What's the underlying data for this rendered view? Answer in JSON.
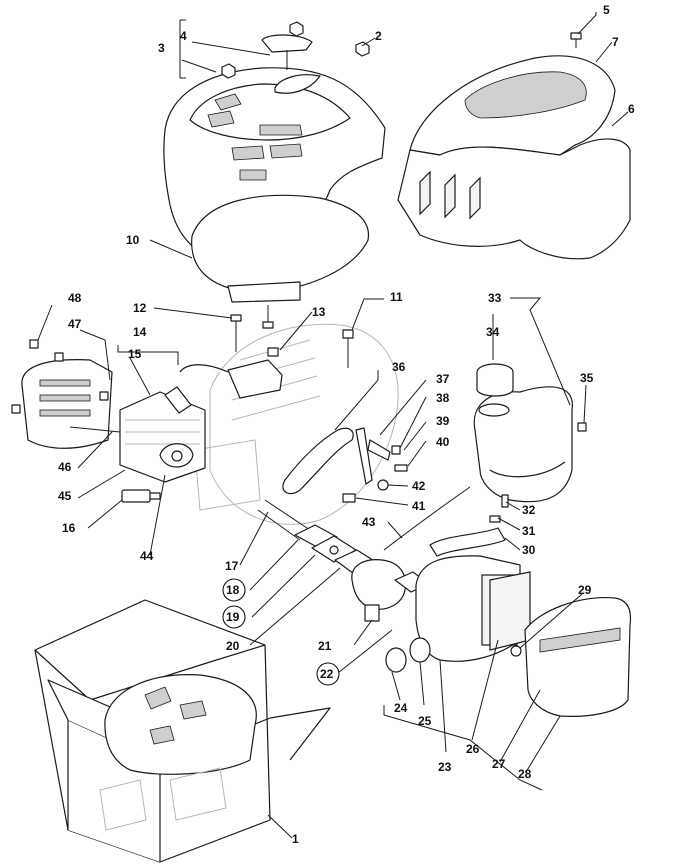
{
  "callouts": [
    {
      "id": "c1",
      "text": "1"
    },
    {
      "id": "c2",
      "text": "2"
    },
    {
      "id": "c3",
      "text": "3"
    },
    {
      "id": "c4",
      "text": "4"
    },
    {
      "id": "c5",
      "text": "5"
    },
    {
      "id": "c6",
      "text": "6"
    },
    {
      "id": "c7",
      "text": "7"
    },
    {
      "id": "c10",
      "text": "10"
    },
    {
      "id": "c11",
      "text": "11"
    },
    {
      "id": "c12",
      "text": "12"
    },
    {
      "id": "c13",
      "text": "13"
    },
    {
      "id": "c14",
      "text": "14"
    },
    {
      "id": "c15",
      "text": "15"
    },
    {
      "id": "c16",
      "text": "16"
    },
    {
      "id": "c17",
      "text": "17"
    },
    {
      "id": "c18",
      "text": "18",
      "circled": true
    },
    {
      "id": "c19",
      "text": "19",
      "circled": true
    },
    {
      "id": "c20",
      "text": "20"
    },
    {
      "id": "c21",
      "text": "21"
    },
    {
      "id": "c22",
      "text": "22",
      "circled": true
    },
    {
      "id": "c23",
      "text": "23"
    },
    {
      "id": "c24",
      "text": "24"
    },
    {
      "id": "c25",
      "text": "25"
    },
    {
      "id": "c26",
      "text": "26"
    },
    {
      "id": "c27",
      "text": "27"
    },
    {
      "id": "c28",
      "text": "28"
    },
    {
      "id": "c29",
      "text": "29"
    },
    {
      "id": "c30",
      "text": "30"
    },
    {
      "id": "c31",
      "text": "31"
    },
    {
      "id": "c32",
      "text": "32"
    },
    {
      "id": "c33",
      "text": "33"
    },
    {
      "id": "c34",
      "text": "34"
    },
    {
      "id": "c35",
      "text": "35"
    },
    {
      "id": "c36",
      "text": "36"
    },
    {
      "id": "c37",
      "text": "37"
    },
    {
      "id": "c38",
      "text": "38"
    },
    {
      "id": "c39",
      "text": "39"
    },
    {
      "id": "c40",
      "text": "40"
    },
    {
      "id": "c41",
      "text": "41"
    },
    {
      "id": "c42",
      "text": "42"
    },
    {
      "id": "c43",
      "text": "43"
    },
    {
      "id": "c44",
      "text": "44"
    },
    {
      "id": "c45",
      "text": "45"
    },
    {
      "id": "c46",
      "text": "46"
    },
    {
      "id": "c47",
      "text": "47"
    },
    {
      "id": "c48",
      "text": "48"
    }
  ]
}
